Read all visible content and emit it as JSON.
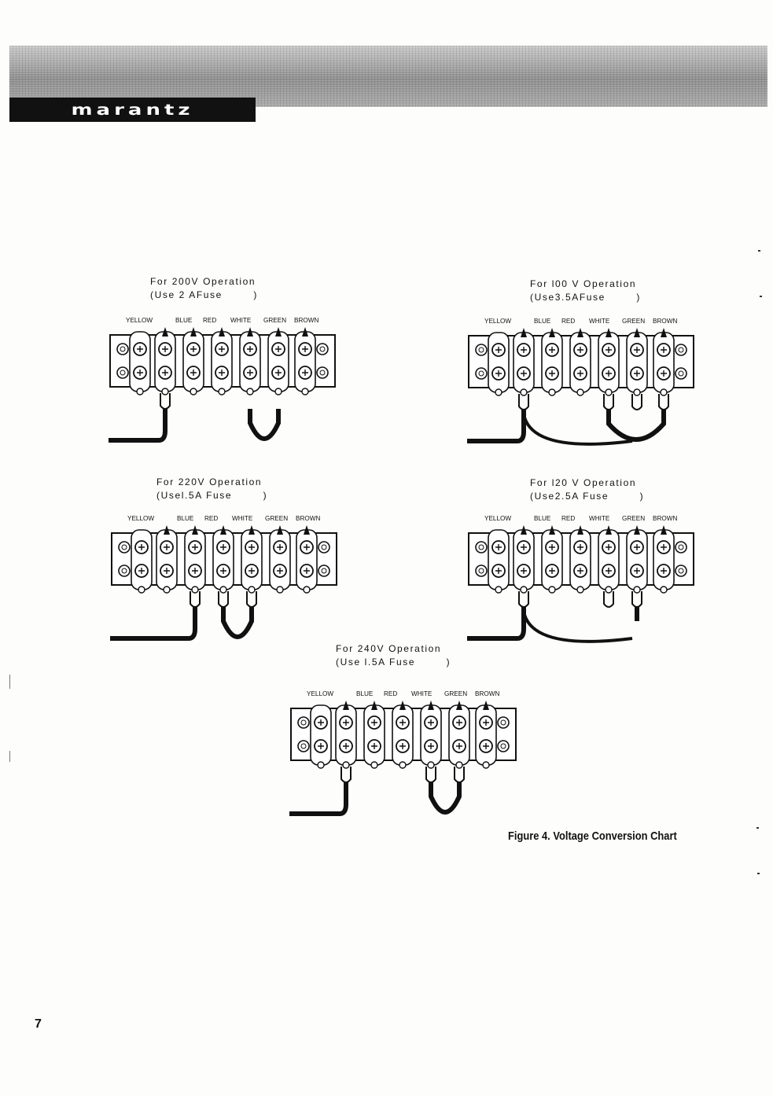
{
  "header": {
    "brand": "marantz"
  },
  "panels": [
    {
      "id": "200v",
      "caption_line1": "For 200V Operation",
      "caption_line2": "(Use 2 AFuse        )"
    },
    {
      "id": "100v",
      "caption_line1": "For l00 V Operation",
      "caption_line2": "(Use3.5AFuse        )"
    },
    {
      "id": "220v",
      "caption_line1": "For 220V Operation",
      "caption_line2": "(Usel.5A Fuse        )"
    },
    {
      "id": "120v",
      "caption_line1": "For l20 V Operation",
      "caption_line2": "(Use2.5A Fuse        )"
    },
    {
      "id": "240v",
      "caption_line1": "For 240V Operation",
      "caption_line2": "(Use l.5A Fuse        )"
    }
  ],
  "terminal_labels": [
    "YELLOW",
    "BLUE",
    "RED",
    "WHITE",
    "GREEN",
    "BROWN"
  ],
  "figure_caption": "Figure 4.  Voltage Conversion Chart",
  "page_number": "7"
}
